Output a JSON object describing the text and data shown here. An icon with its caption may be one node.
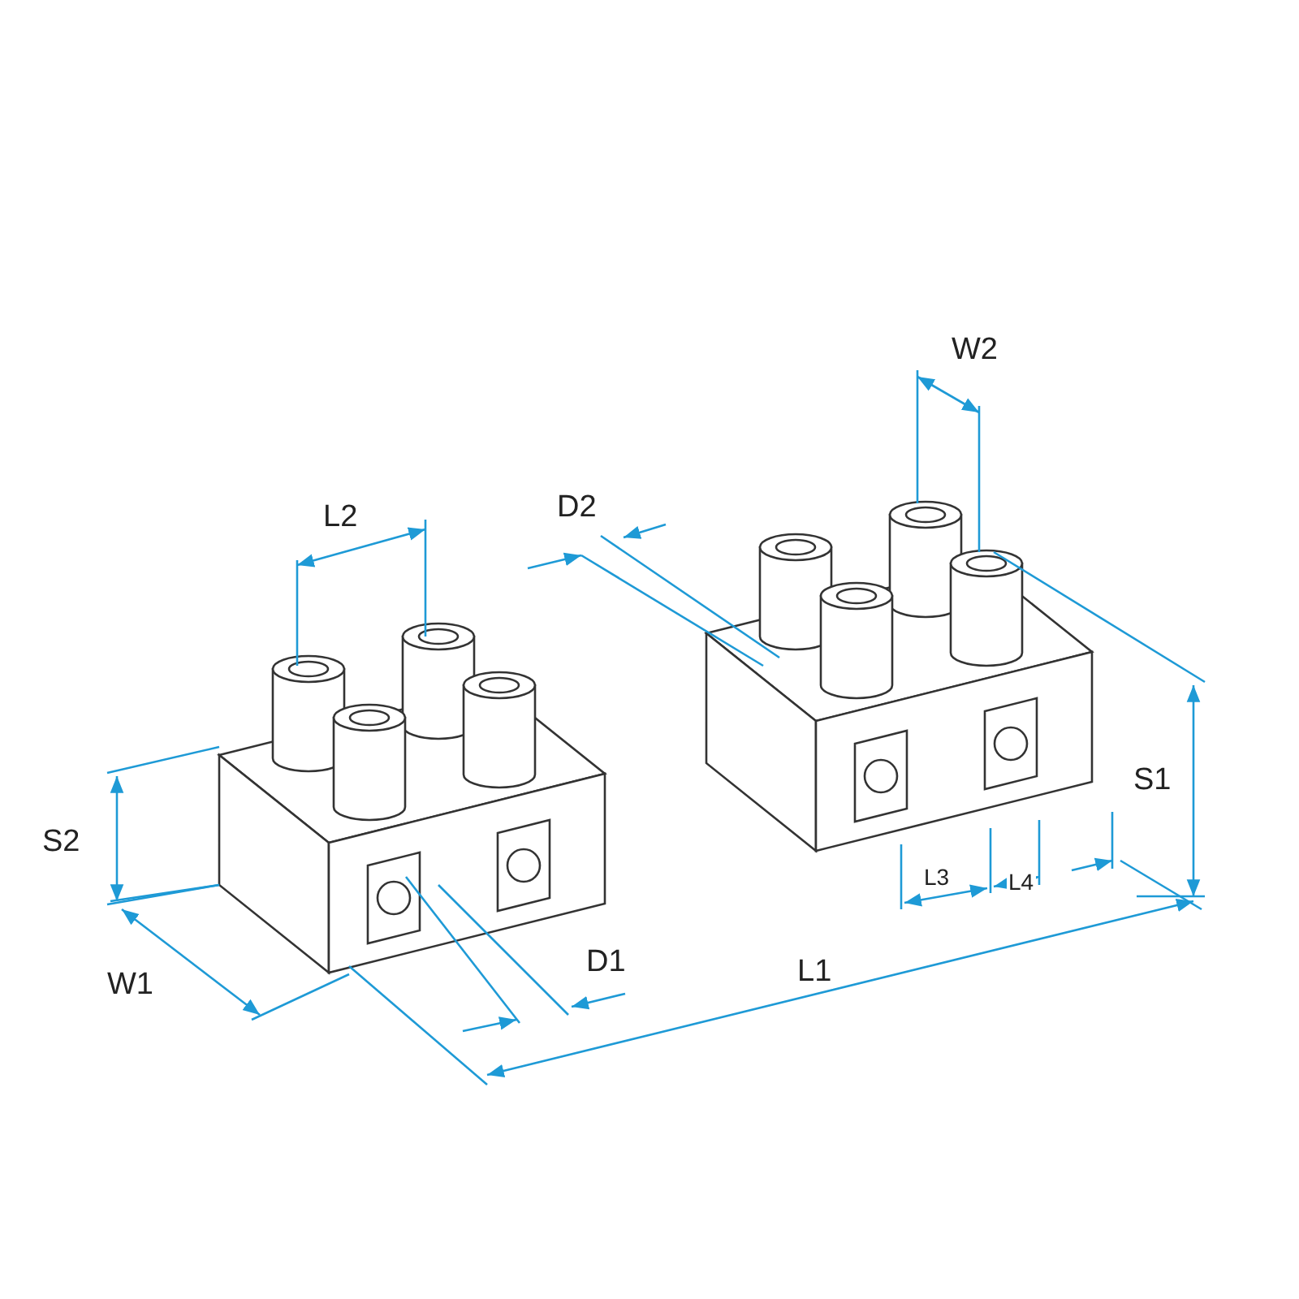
{
  "diagram": {
    "labels": [
      "W2",
      "D2",
      "L2",
      "S1",
      "S2",
      "L3",
      "L4",
      "D1",
      "L1",
      "W1"
    ]
  }
}
